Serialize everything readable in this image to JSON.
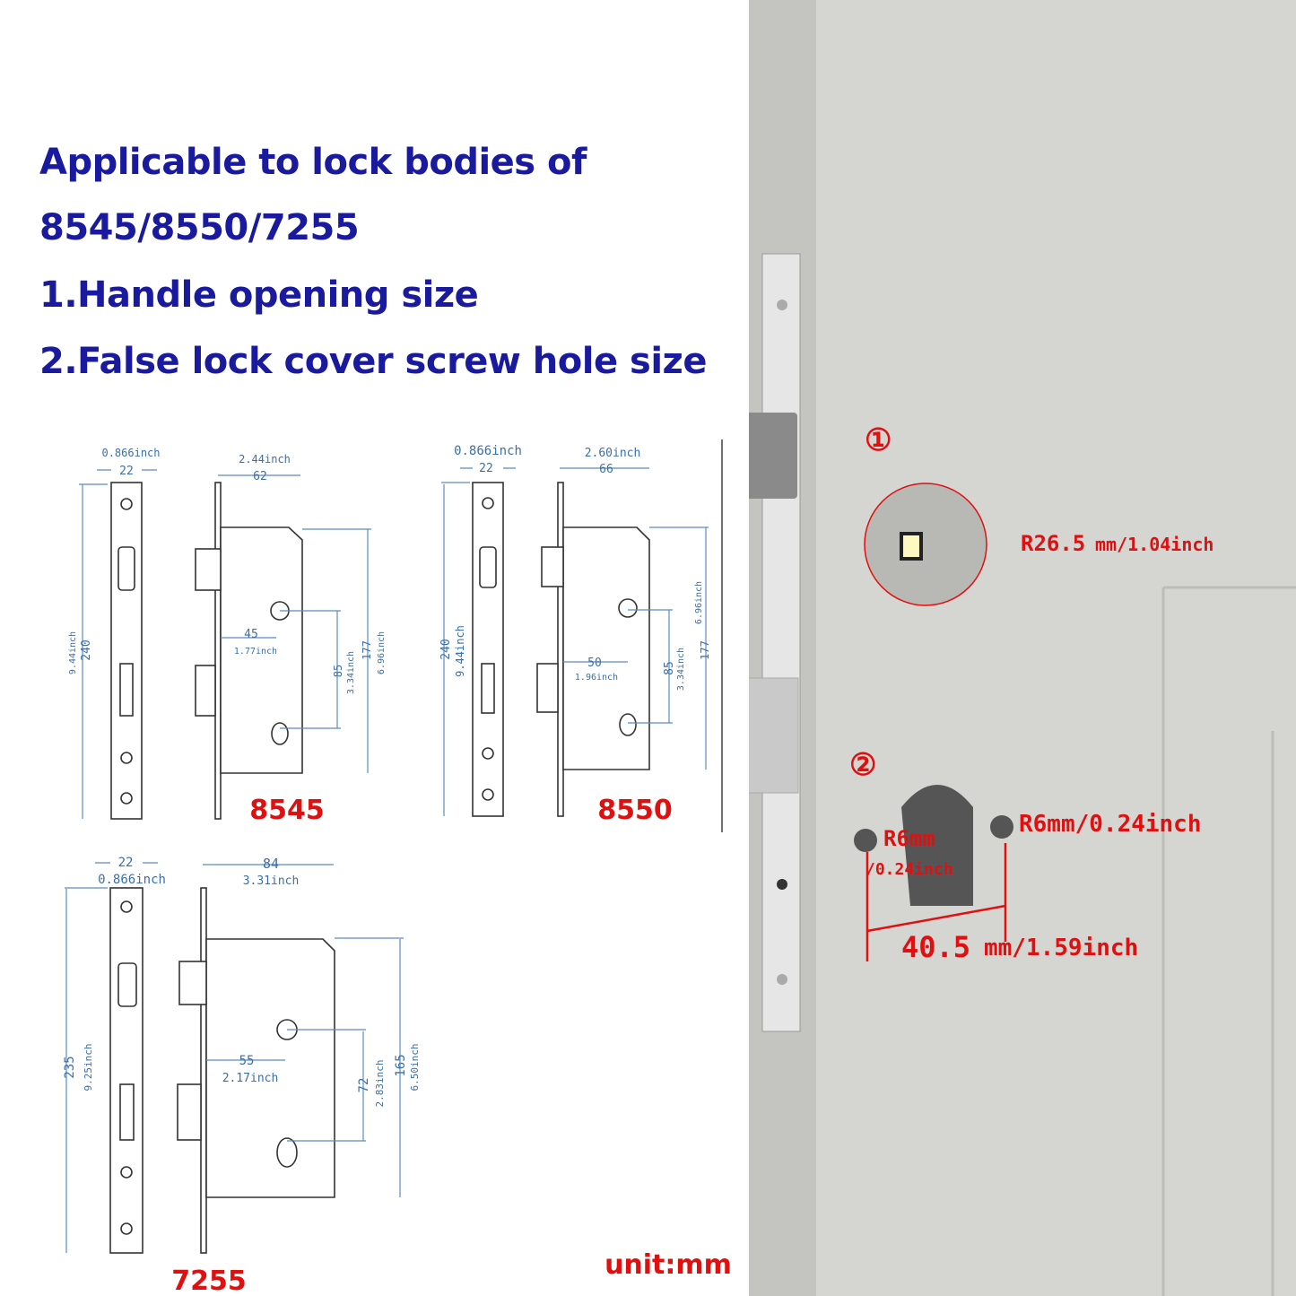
{
  "headings": [
    "Applicable to lock bodies of",
    "8545/8550/7255",
    "1.Handle opening size",
    "2.False lock cover screw hole size"
  ],
  "locks": {
    "l8545": {
      "model": "8545",
      "face_w_in": "0.866inch",
      "face_w": "22",
      "face_h": "240",
      "face_h_in": "9.44inch",
      "body_w_in": "2.44inch",
      "body_w": "62",
      "backset": "45",
      "backset_in": "1.77inch",
      "c2c": "85",
      "c2c_in": "3.34inch",
      "body_h": "177",
      "body_h_in": "6.96inch"
    },
    "l8550": {
      "model": "8550",
      "face_w_in": "0.866inch",
      "face_w": "22",
      "face_h": "240",
      "face_h_in": "9.44inch",
      "body_w_in": "2.60inch",
      "body_w": "66",
      "backset": "50",
      "backset_in": "1.96inch",
      "c2c": "85",
      "c2c_in": "3.34inch",
      "body_h": "177",
      "body_h_in": "6.96inch"
    },
    "l7255": {
      "model": "7255",
      "face_w": "22",
      "face_w_in": "0.866inch",
      "face_h": "235",
      "face_h_in": "9.25inch",
      "body_w": "84",
      "body_w_in": "3.31inch",
      "backset": "55",
      "backset_in": "2.17inch",
      "c2c": "72",
      "c2c_in": "2.83inch",
      "body_h": "165",
      "body_h_in": "6.50inch"
    }
  },
  "unit": "unit:mm",
  "door": {
    "marker1": "①",
    "marker2": "②",
    "radius1_mm": "R26.5",
    "radius1_in": "mm/1.04inch",
    "r6_right": "R6mm/0.24inch",
    "r6_left_mm": "R6mm",
    "r6_left_in": "/0.24inch",
    "span_mm": "40.5",
    "span_in": "mm/1.59inch"
  },
  "colors": {
    "heading": "#1a1a9e",
    "dimension": "#3a6fa8",
    "annotation": "#e01010",
    "door": "#c8c8c4"
  }
}
